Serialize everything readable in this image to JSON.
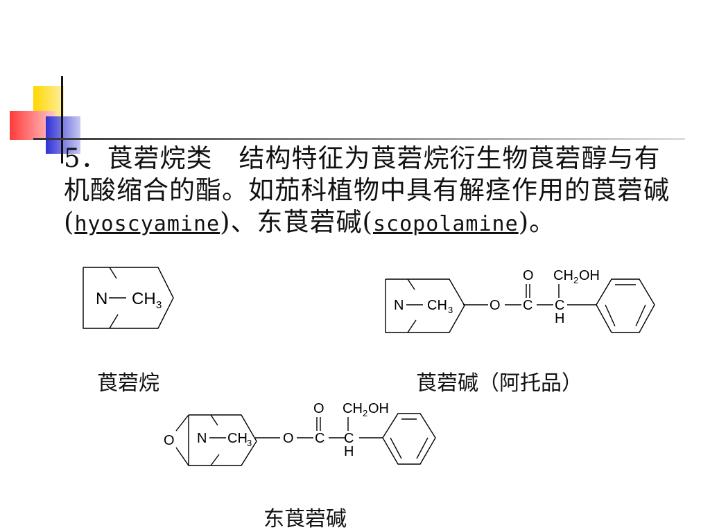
{
  "slide": {
    "paragraph": {
      "part1": "5．莨菪烷类　结构特征为莨菪烷衍生物莨菪醇与有机酸缩合的酯。如茄科植物中具有解痉作用的莨菪碱(",
      "link1": "hyoscyamine",
      "part2": ")、东莨菪碱(",
      "link2": "scopolamine",
      "part3": ")。"
    },
    "captions": {
      "tropane": "莨菪烷",
      "hyoscyamine": "莨菪碱（阿托品）",
      "scopolamine": "东莨菪碱"
    },
    "atoms": {
      "n": "N",
      "ch": "CH",
      "three": "3",
      "o": "O",
      "c": "C",
      "h": "H",
      "ch2oh_ch": "CH",
      "ch2oh_2": "2",
      "ch2oh_oh": "OH"
    },
    "colors": {
      "yellow": "#FFD700",
      "red": "#FF3B3B",
      "blue": "#3A3AE0",
      "rule": "#888888"
    }
  }
}
